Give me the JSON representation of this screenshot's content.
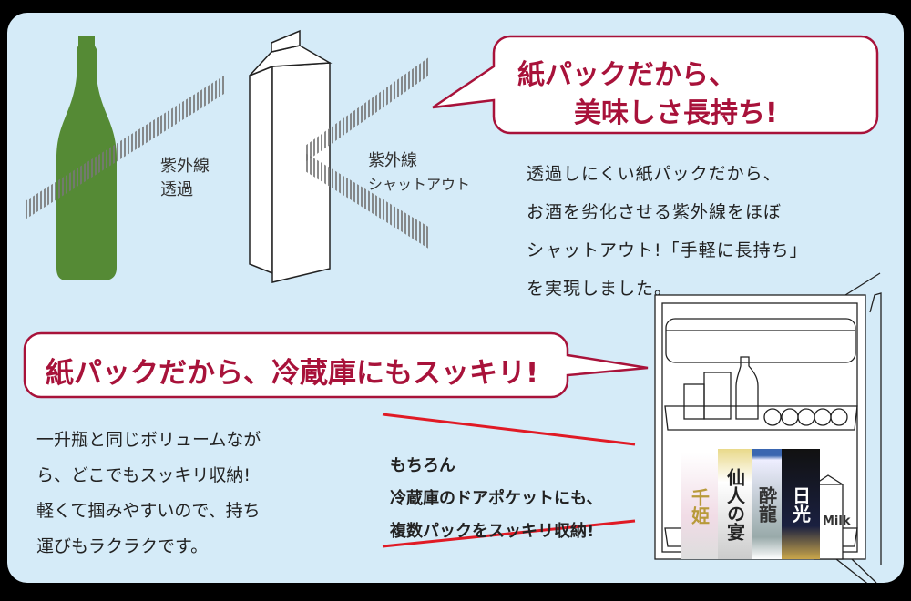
{
  "top_section": {
    "bubble_line1": "紙パックだから、",
    "bubble_line2": "美味しさ長持ち!",
    "body_lines": [
      "透過しにくい紙パックだから、",
      "お酒を劣化させる紫外線をほぼ",
      "シャットアウト!「手軽に長持ち」",
      "を実現しました。"
    ],
    "bottle_label_line1": "紫外線",
    "bottle_label_line2": "透過",
    "pack_label_line1": "紫外線",
    "pack_label_line2": "シャットアウト"
  },
  "bottom_section": {
    "bubble": "紙パックだから、冷蔵庫にもスッキリ!",
    "body_lines": [
      "一升瓶と同じボリュームなが",
      "ら、どこでもスッキリ収納!",
      "軽くて掴みやすいので、持ち",
      "運びもラクラクです。"
    ],
    "callout_lines": [
      "もちろん",
      "冷蔵庫のドアポケットにも、",
      "複数パックをスッキリ収納!"
    ],
    "milk_label": "Milk",
    "products": [
      "千姫",
      "仙人の宴",
      "酔龍",
      "日光"
    ]
  },
  "colors": {
    "accent": "#a8123a",
    "panel": "#d5ebf8",
    "bottle": "#558a35",
    "background": "#000000"
  }
}
